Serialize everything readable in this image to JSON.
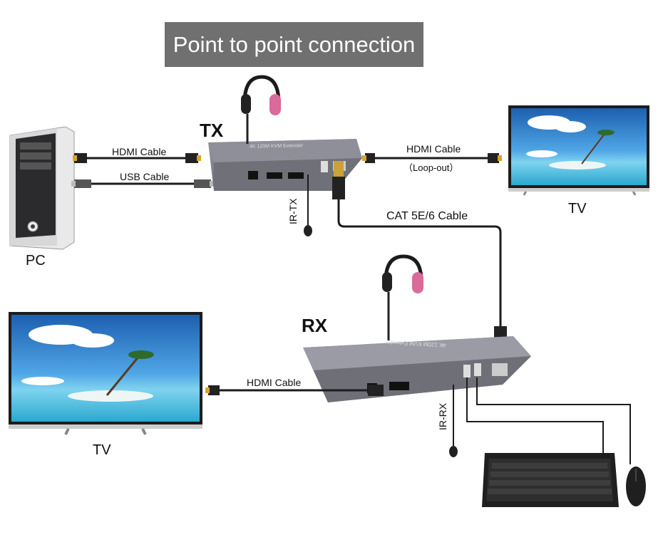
{
  "title": "Point to point connection",
  "tx": {
    "label": "TX",
    "ir_label": "IR-TX",
    "hdmi_in_label": "HDMI Cable",
    "usb_label": "USB Cable",
    "hdmi_out_label": "HDMI Cable",
    "loop_label": "（Loop-out）",
    "pc_label": "PC",
    "tv_label": "TV",
    "box_text": "4K 120M KVM Extender"
  },
  "cat_label": "CAT 5E/6 Cable",
  "rx": {
    "label": "RX",
    "ir_label": "IR-RX",
    "hdmi_label": "HDMI Cable",
    "tv_label": "TV",
    "box_text": "4K 120M KVM Extender"
  },
  "colors": {
    "title_bg": "#707070",
    "box": "#8c8c96",
    "cable": "#1c1c1c",
    "sky": "#2e86cf",
    "sea": "#4fc3e0"
  }
}
